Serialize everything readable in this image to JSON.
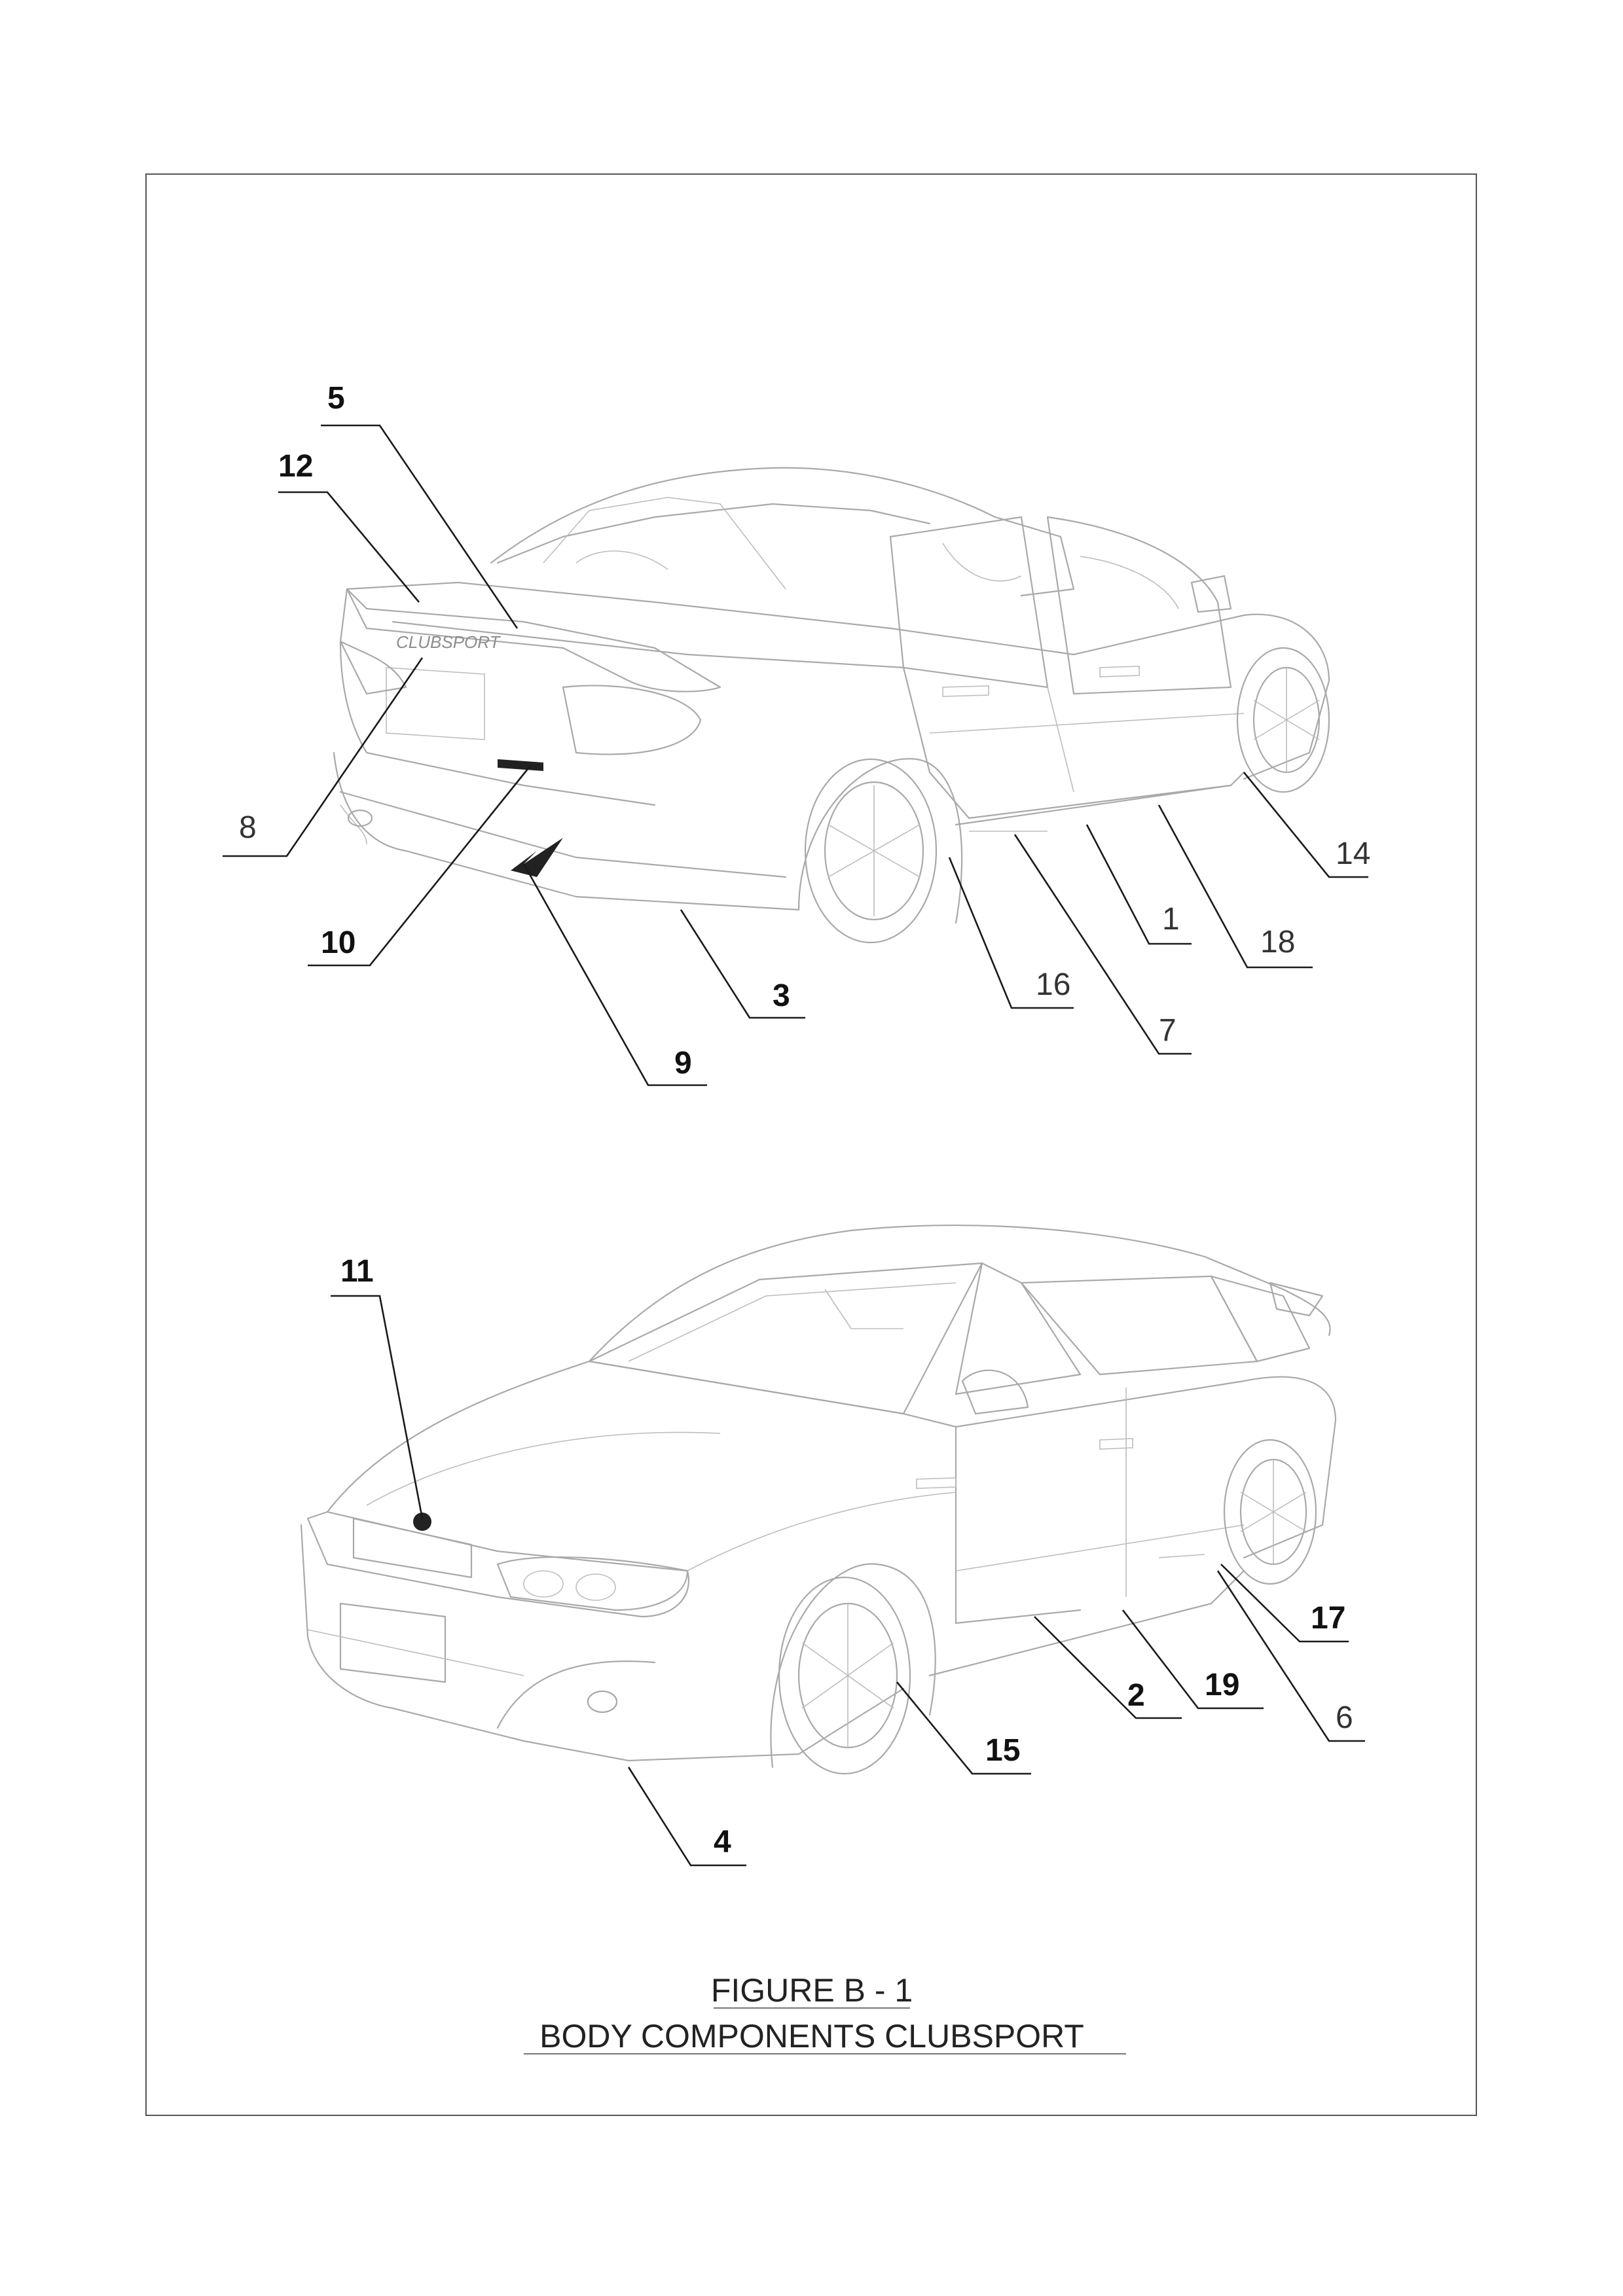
{
  "figure": {
    "caption_line1": "FIGURE B - 1",
    "caption_line2": "BODY COMPONENTS CLUBSPORT"
  },
  "rear_view": {
    "badge_text": "CLUBSPORT",
    "callouts": [
      "5",
      "12",
      "8",
      "10",
      "9",
      "3",
      "16",
      "7",
      "1",
      "18",
      "14"
    ]
  },
  "front_view": {
    "callouts": [
      "11",
      "17",
      "19",
      "2",
      "6",
      "15",
      "4"
    ]
  },
  "colors": {
    "line_art": "#a9a9a9",
    "leader": "#1a1a1a",
    "frame": "#555555"
  }
}
